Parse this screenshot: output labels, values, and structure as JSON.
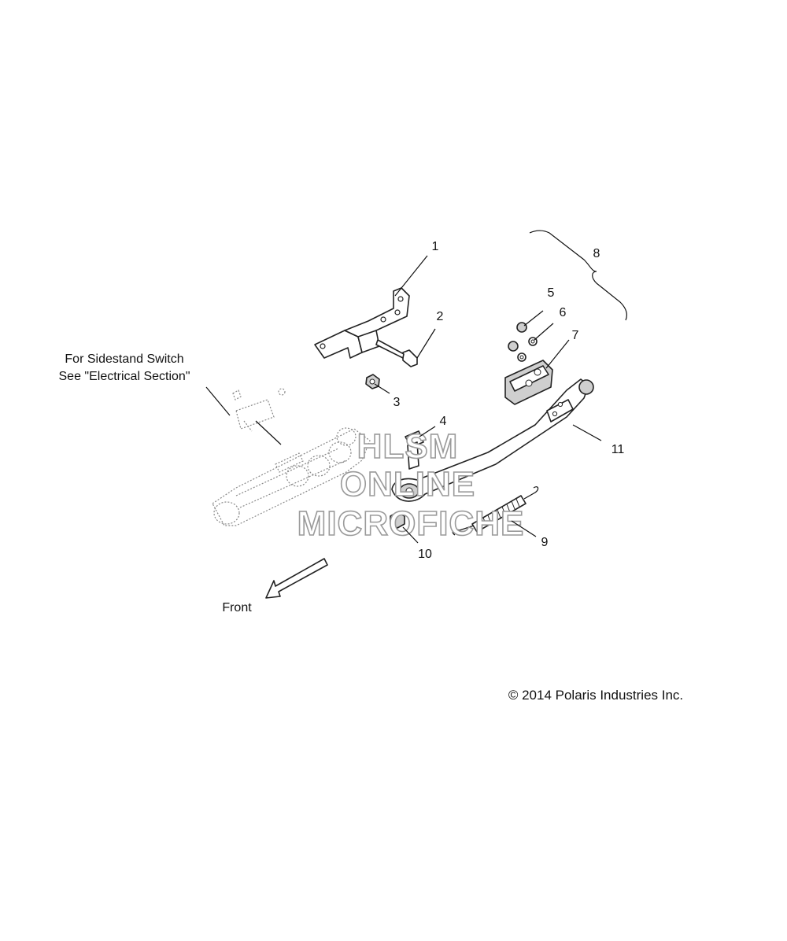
{
  "callouts": [
    "1",
    "2",
    "3",
    "4",
    "5",
    "6",
    "7",
    "8",
    "9",
    "10",
    "11"
  ],
  "note": {
    "line1": "For Sidestand Switch",
    "line2": "See \"Electrical Section\""
  },
  "direction_label": "Front",
  "copyright": "© 2014 Polaris Industries Inc.",
  "watermark": {
    "line1": "HLSM",
    "line2": "ONLINE",
    "line3": "MICROFICHE"
  }
}
